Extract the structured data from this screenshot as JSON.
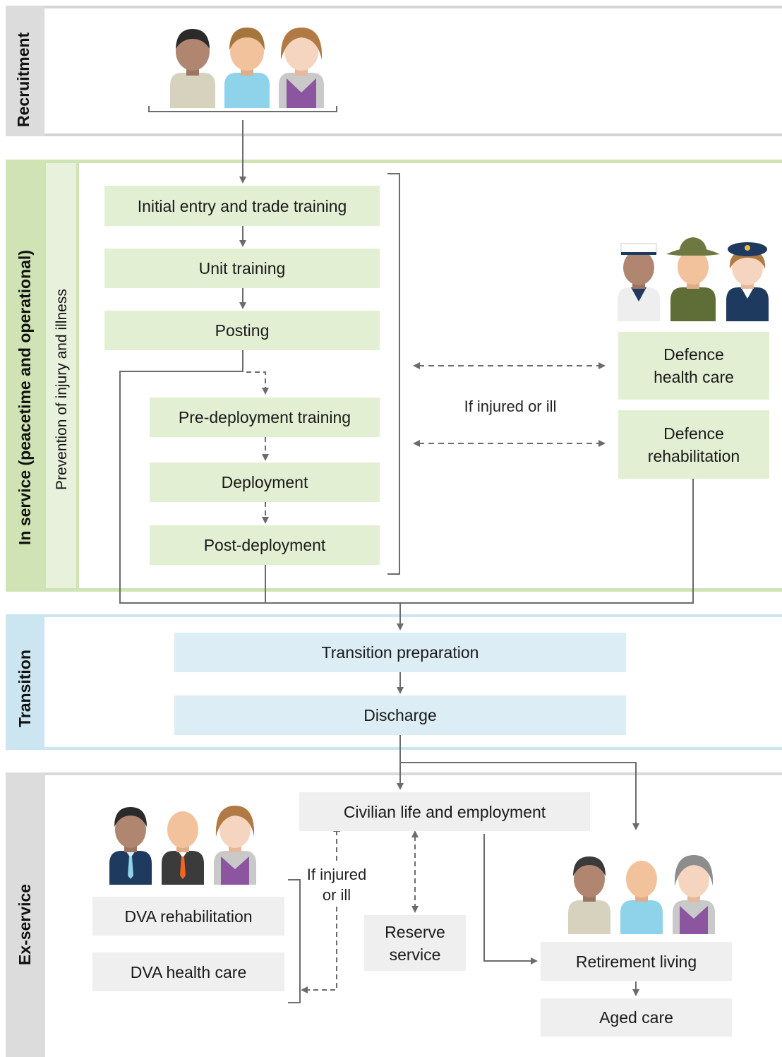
{
  "sections": {
    "recruitment": "Recruitment",
    "in_service": "In service (peacetime and operational)",
    "prevention": "Prevention of injury and illness",
    "transition": "Transition",
    "ex_service": "Ex-service"
  },
  "in_service_steps": {
    "initial_training": "Initial entry and trade training",
    "unit_training": "Unit training",
    "posting": "Posting",
    "pre_deployment": "Pre-deployment training",
    "deployment": "Deployment",
    "post_deployment": "Post-deployment"
  },
  "defence_support": {
    "health_care": "Defence health care",
    "rehabilitation": "Defence rehabilitation",
    "if_injured": "If injured or ill"
  },
  "transition_steps": {
    "preparation": "Transition preparation",
    "discharge": "Discharge"
  },
  "ex_service_steps": {
    "civilian": "Civilian life and employment",
    "dva_rehab": "DVA rehabilitation",
    "dva_health": "DVA health care",
    "if_injured": "If injured or ill",
    "reserve": "Reserve service",
    "retirement": "Retirement living",
    "aged_care": "Aged care"
  },
  "colors": {
    "green_box": "#e2efd3",
    "blue_box": "#dcedf5",
    "grey_box": "#efefef",
    "arrow": "#6b6b6b"
  },
  "icons": [
    "recruit-person-icon",
    "navy-sailor-icon",
    "army-soldier-icon",
    "air-force-officer-icon",
    "veteran-person-icon",
    "senior-person-icon"
  ]
}
